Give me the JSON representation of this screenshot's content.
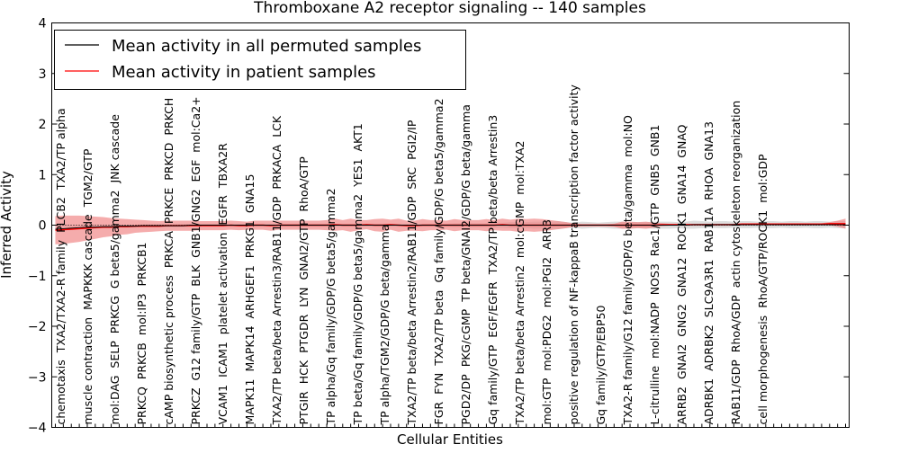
{
  "chart_data": {
    "type": "line",
    "title": "Thromboxane A2 receptor signaling -- 140 samples",
    "xlabel": "Cellular Entities",
    "ylabel": "Inferred Activity",
    "ylim": [
      -4,
      4
    ],
    "yticks": [
      4,
      3,
      2,
      1,
      0,
      -1,
      -2,
      -3,
      -4
    ],
    "ytick_labels": [
      "4",
      "3",
      "2",
      "1",
      "0",
      "−1",
      "−2",
      "−3",
      "−4"
    ],
    "legend": {
      "placement": "top-left",
      "entries": [
        {
          "label": "Mean activity in all permuted samples",
          "color": "#000000"
        },
        {
          "label": "Mean activity in patient samples",
          "color": "#ff0000"
        }
      ]
    },
    "colors": {
      "patient": "#ff0000",
      "patient_band": "#f08080",
      "perm": "#000000",
      "perm_band": "#c8c8c8"
    },
    "categories": [
      "chemotaxis",
      "TXA2/TXA2-R family",
      "PLCB2",
      "TXA2/TP alpha",
      "muscle contraction",
      "MAPKKK cascade",
      "TGM2/GTP",
      "mol:DAG",
      "SELP",
      "PRKCG",
      "G beta5/gamma2",
      "JNK cascade",
      "PRKCQ",
      "PRKCB",
      "mol:IP3",
      "PRKCB1",
      "cAMP biosynthetic process",
      "PRKCA",
      "PRKCE",
      "PRKCD",
      "PRKCH",
      "PRKCZ",
      "G12 family/GTP",
      "BLK",
      "GNB1/GNG2",
      "EGF",
      "mol:Ca2+",
      "VCAM1",
      "ICAM1",
      "platelet activation",
      "EGFR",
      "TBXA2R",
      "MAPK11",
      "MAPK14",
      "ARHGEF1",
      "PRKG1",
      "GNA15",
      "TXA2/TP beta/beta Arrestin3/RAB11/GDP",
      "PRKACA",
      "LCK",
      "PTGIR",
      "HCK",
      "PTGDR",
      "LYN",
      "GNAI2/GTP",
      "RhoA/GTP",
      "TP alpha/Gq family/GDP/G beta5/gamma2",
      "TP beta/Gq family/GDP/G beta5/gamma2",
      "YES1",
      "AKT1",
      "TP alpha/TGM2/GDP/G beta/gamma",
      "TXA2/TP beta/beta Arrestin2/RAB11/GDP",
      "SRC",
      "PGI2/IP",
      "FGR",
      "FYN",
      "TXA2/TP beta",
      "Gq family/GDP/G beta5/gamma2",
      "PGD2/DP",
      "PKG/cGMP",
      "TP beta/GNAI2/GDP/G beta/gamma",
      "Gq family/GTP",
      "EGF/EGFR",
      "TXA2/TP beta/beta Arrestin3",
      "TXA2/TP beta/beta Arrestin2",
      "mol:cGMP",
      "mol:TXA2",
      "mol:GTP",
      "mol:PDG2",
      "mol:PGI2",
      "ARR3",
      "positive regulation of NF-kappaB transcription factor activity",
      "Gq family/GTP/EBP50",
      "TXA2-R family/G12 family/GDP/G beta/gamma",
      "mol:NO",
      "L-citrulline",
      "mol:NADP",
      "NOS3",
      "Rac1/GTP",
      "GNB5",
      "GNB1",
      "ARRB2",
      "GNAI2",
      "GNG2",
      "GNA12",
      "ROCK1",
      "GNA14",
      "GNAQ",
      "ADRBK1",
      "ADRBK2",
      "SLC9A3R1",
      "RAB11A",
      "RHOA",
      "GNA13",
      "RAB11/GDP",
      "RhoA/GDP",
      "actin cytoskeleton reorganization",
      "cell morphogenesis",
      "RhoA/GTP/ROCK1",
      "mol:GDP"
    ],
    "series": [
      {
        "name": "Mean activity in patient samples",
        "values": [
          -0.1,
          -0.09,
          -0.08,
          -0.07,
          -0.06,
          -0.05,
          -0.04,
          -0.04,
          -0.03,
          -0.03,
          -0.02,
          -0.02,
          -0.02,
          -0.02,
          -0.01,
          -0.01,
          -0.01,
          -0.01,
          -0.01,
          -0.01,
          -0.01,
          -0.01,
          0.0,
          -0.01,
          -0.01,
          0.0,
          0.0,
          -0.01,
          0.0,
          0.0,
          0.0,
          0.0,
          0.0,
          0.0,
          0.0,
          0.01,
          0.0,
          0.0,
          0.0,
          0.01,
          0.0,
          0.0,
          0.01,
          0.0,
          -0.01,
          -0.01,
          0.0,
          0.0,
          0.0,
          0.0,
          0.0,
          0.0,
          0.0,
          0.0,
          0.0,
          0.0,
          0.01,
          0.0,
          0.0,
          0.0,
          0.0,
          0.0,
          0.0,
          0.0,
          0.0,
          0.0,
          0.0,
          0.0,
          0.0,
          0.0,
          0.0,
          0.0,
          0.0,
          0.0,
          0.0,
          0.0,
          0.01,
          0.01,
          0.01,
          0.01,
          0.01,
          0.01,
          0.01,
          0.01,
          0.01,
          0.01,
          0.02,
          0.02,
          0.02,
          0.02,
          0.02,
          0.02,
          0.02,
          0.02,
          0.02,
          0.02,
          0.02,
          0.03,
          0.03,
          0.03
        ],
        "band_halfwidth": [
          0.28,
          0.28,
          0.27,
          0.26,
          0.24,
          0.22,
          0.2,
          0.18,
          0.16,
          0.15,
          0.13,
          0.12,
          0.11,
          0.1,
          0.1,
          0.1,
          0.1,
          0.1,
          0.09,
          0.09,
          0.09,
          0.09,
          0.09,
          0.09,
          0.08,
          0.09,
          0.09,
          0.1,
          0.09,
          0.09,
          0.09,
          0.09,
          0.09,
          0.09,
          0.1,
          0.12,
          0.1,
          0.13,
          0.1,
          0.09,
          0.12,
          0.13,
          0.1,
          0.13,
          0.1,
          0.1,
          0.12,
          0.1,
          0.1,
          0.09,
          0.12,
          0.1,
          0.1,
          0.1,
          0.12,
          0.1,
          0.12,
          0.11,
          0.13,
          0.12,
          0.13,
          0.12,
          0.1,
          0.08,
          0.06,
          0.03,
          0.02,
          0.02,
          0.02,
          0.02,
          0.03,
          0.07,
          0.07,
          0.06,
          0.07,
          0.05,
          0.03,
          0.02,
          0.02,
          0.02,
          0.02,
          0.02,
          0.02,
          0.02,
          0.02,
          0.02,
          0.02,
          0.02,
          0.02,
          0.02,
          0.02,
          0.02,
          0.02,
          0.02,
          0.02,
          0.02,
          0.02,
          0.03,
          0.06,
          0.1
        ]
      },
      {
        "name": "Mean activity in all permuted samples",
        "values": [
          -0.08,
          -0.07,
          -0.06,
          -0.05,
          -0.04,
          -0.04,
          -0.03,
          -0.03,
          -0.02,
          -0.02,
          -0.02,
          -0.01,
          -0.01,
          -0.01,
          -0.01,
          -0.01,
          -0.01,
          0.0,
          0.0,
          0.0,
          0.0,
          0.0,
          0.0,
          0.0,
          0.0,
          0.0,
          0.0,
          0.0,
          0.0,
          0.0,
          0.0,
          0.0,
          0.0,
          0.0,
          0.0,
          0.0,
          0.0,
          0.0,
          0.0,
          0.0,
          0.0,
          0.0,
          0.0,
          0.0,
          0.0,
          0.0,
          0.0,
          0.0,
          0.0,
          0.0,
          0.0,
          0.0,
          0.0,
          0.0,
          0.0,
          0.0,
          0.0,
          0.0,
          0.0,
          0.0,
          0.0,
          0.0,
          0.0,
          0.0,
          0.0,
          0.0,
          0.0,
          0.0,
          0.0,
          0.0,
          0.0,
          0.0,
          0.0,
          0.0,
          0.0,
          0.0,
          0.0,
          0.0,
          0.0,
          0.0,
          0.01,
          0.01,
          0.01,
          0.01,
          0.01,
          0.01,
          0.01,
          0.01,
          0.01,
          0.01,
          0.01,
          0.01,
          0.01,
          0.01,
          0.01,
          0.01,
          0.01,
          0.01,
          0.01,
          0.01
        ],
        "band_halfwidth": [
          0.04,
          0.04,
          0.04,
          0.04,
          0.03,
          0.03,
          0.03,
          0.03,
          0.03,
          0.03,
          0.03,
          0.03,
          0.03,
          0.03,
          0.03,
          0.03,
          0.03,
          0.03,
          0.03,
          0.03,
          0.03,
          0.03,
          0.03,
          0.03,
          0.03,
          0.03,
          0.03,
          0.03,
          0.03,
          0.03,
          0.03,
          0.03,
          0.03,
          0.03,
          0.03,
          0.03,
          0.03,
          0.03,
          0.03,
          0.03,
          0.03,
          0.03,
          0.03,
          0.03,
          0.03,
          0.03,
          0.03,
          0.03,
          0.03,
          0.03,
          0.04,
          0.04,
          0.04,
          0.04,
          0.04,
          0.05,
          0.05,
          0.06,
          0.06,
          0.06,
          0.07,
          0.07,
          0.07,
          0.08,
          0.06,
          0.05,
          0.07,
          0.06,
          0.05,
          0.06,
          0.07,
          0.07,
          0.06,
          0.06,
          0.06,
          0.07,
          0.07,
          0.07,
          0.06,
          0.07,
          0.08,
          0.07,
          0.06,
          0.07,
          0.07,
          0.06,
          0.07,
          0.07,
          0.06,
          0.07,
          0.07,
          0.06,
          0.07,
          0.07,
          0.06,
          0.07,
          0.07,
          0.06,
          0.07,
          0.07
        ]
      }
    ]
  }
}
